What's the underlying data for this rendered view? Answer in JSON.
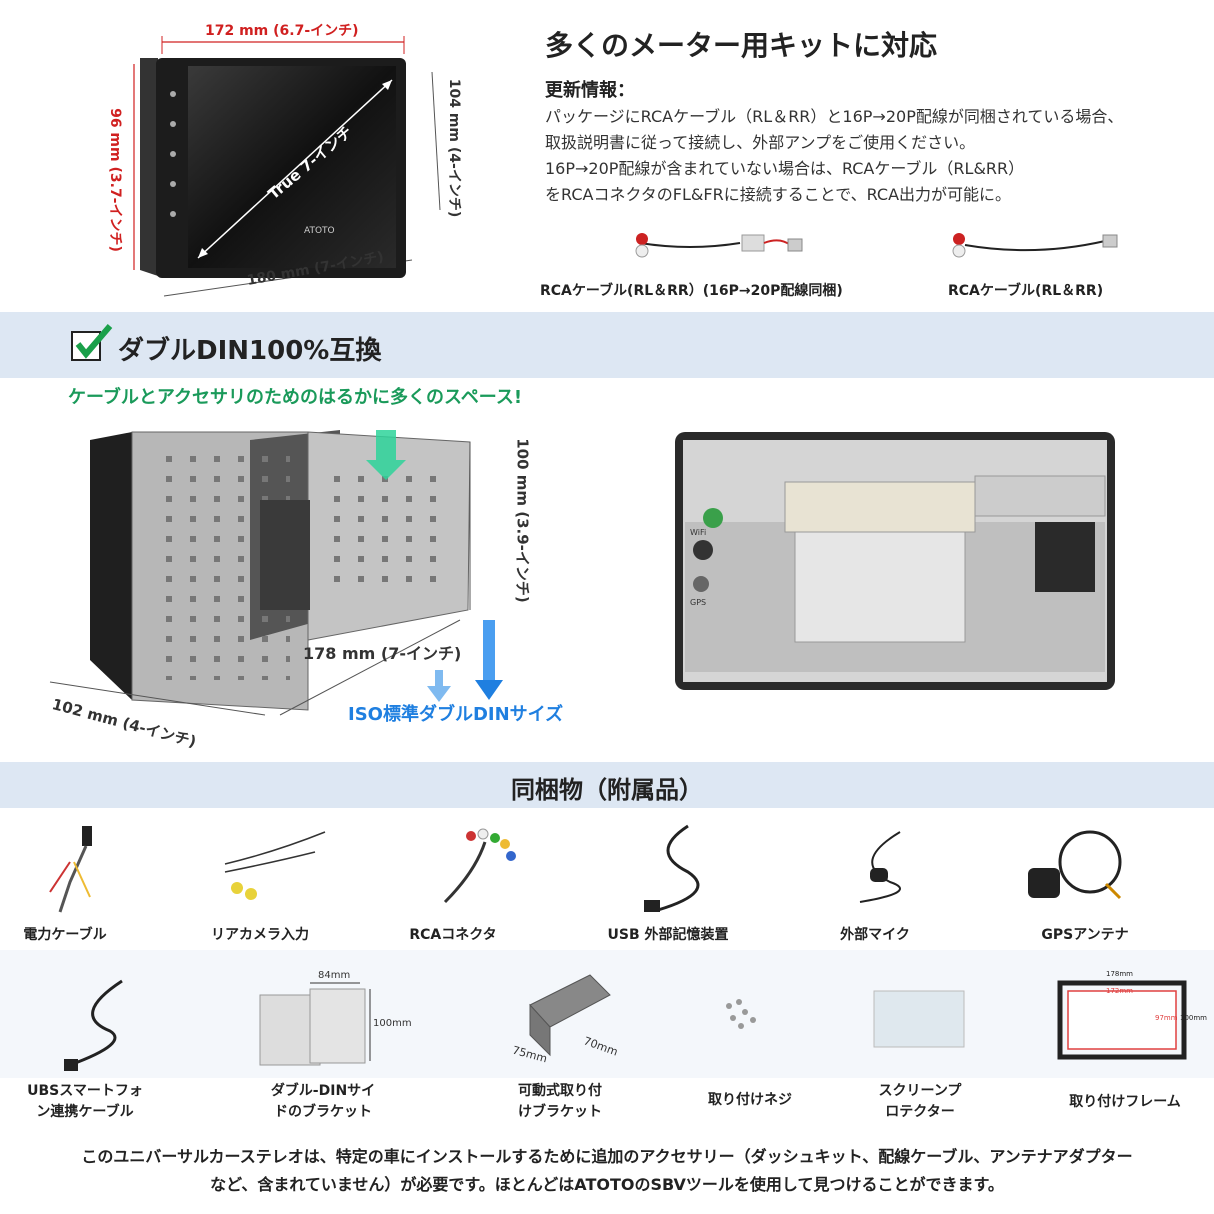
{
  "top": {
    "dim_width_top": "172 mm (6.7-インチ)",
    "dim_height_left": "96 mm (3.7-インチ)",
    "dim_height_right": "104 mm (4-インチ)",
    "dim_width_bottom": "180 mm (7-インチ)",
    "diag": "True 7-インチ",
    "brand": "ATOTO",
    "title": "多くのメーター用キットに対応",
    "update_head": "更新情報：",
    "update_lines": [
      "パッケージにRCAケーブル（RL＆RR）と16P→20P配線が同梱されている場合、",
      "取扱説明書に従って接続し、外部アンプをご使用ください。",
      "16P→20P配線が含まれていない場合は、RCAケーブル（RL&RR）",
      "をRCAコネクタのFL&FRに接続することで、RCA出力が可能に。"
    ],
    "cable1_caption": "RCAケーブル(RL＆RR）(16P→20P配線同梱)",
    "cable2_caption": "RCAケーブル(RL＆RR)"
  },
  "din": {
    "title": "ダブルDIN100%互換",
    "space_note": "ケーブルとアクセサリのためのはるかに多くのスペース!",
    "dim_height": "100 mm (3.9-インチ)",
    "dim_depth": "178 mm (7-インチ)",
    "dim_width": "102 mm (4-インチ)",
    "iso": "ISO標準ダブルDINサイズ",
    "wifi_label": "WiFi",
    "gps_label": "GPS"
  },
  "package": {
    "title": "同梱物（附属品）",
    "row1": [
      {
        "label": "電力ケーブル",
        "icon": "power-cable-icon"
      },
      {
        "label": "リアカメラ入力",
        "icon": "camera-input-icon"
      },
      {
        "label": "RCAコネクタ",
        "icon": "rca-connector-icon"
      },
      {
        "label": "USB 外部記憶装置",
        "icon": "usb-cable-icon"
      },
      {
        "label": "外部マイク",
        "icon": "microphone-icon"
      },
      {
        "label": "GPSアンテナ",
        "icon": "gps-antenna-icon"
      }
    ],
    "row2": [
      {
        "label": "UBSスマートフォン連携ケーブル",
        "label_a": "UBSスマートフォ",
        "label_b": "ン連携ケーブル",
        "icon": "usb-phone-cable-icon"
      },
      {
        "label_a": "ダブル-DINサイ",
        "label_b": "ドのブラケット",
        "icon": "din-bracket-icon",
        "dim_w": "84mm",
        "dim_h": "100mm"
      },
      {
        "label_a": "可動式取り付",
        "label_b": "けブラケット",
        "icon": "mount-bracket-icon",
        "dim_a": "75mm",
        "dim_b": "70mm"
      },
      {
        "label_a": "取り付けネジ",
        "label_b": "",
        "icon": "screws-icon"
      },
      {
        "label_a": "スクリーンプ",
        "label_b": "ロテクター",
        "icon": "screen-protector-icon"
      },
      {
        "label_a": "取り付けフレーム",
        "label_b": "",
        "icon": "frame-icon",
        "dim_outer_w": "178mm",
        "dim_inner_w": "172mm",
        "dim_inner_h": "97mm",
        "dim_outer_h": "100mm"
      }
    ]
  },
  "footer": {
    "line1": "このユニバーサルカーステレオは、特定の車にインストールするために追加のアクセサリー（ダッシュキット、配線ケーブル、アンテナアダプター",
    "line2": "など、含まれていません）が必要です。ほとんどはATOTOのSBVツールを使用して見つけることができます。"
  },
  "colors": {
    "band": "#dde7f3",
    "green": "#1a9a5a",
    "blue": "#1f7fe0",
    "red_dim": "#d02020"
  }
}
